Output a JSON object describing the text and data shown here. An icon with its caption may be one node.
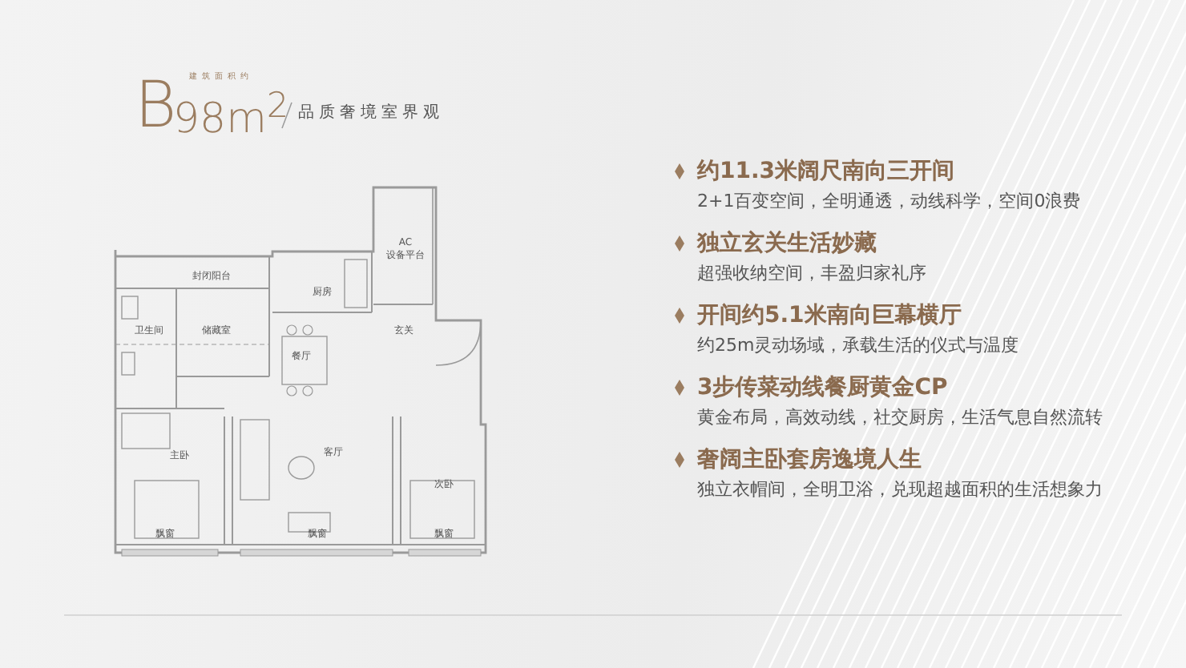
{
  "diagram": {
    "labels": [
      "建筑面积约",
      "B",
      "98m$^{2}$",
      "品质奢境室界观",
      "封闭阳台",
      "卫生间",
      "储藏室",
      "厨房",
      "AC",
      "设备平台",
      "玄关",
      "餐厅",
      "主卧",
      "客厅",
      "次卧",
      "飘窗",
      "飘窗",
      "飘窗",
      "约11.3米阔尺南向三开间",
      "2+1百变空间，全明通透，动线科学，空间0浪费",
      "独立玄关生活妙藏",
      "超强收纳空间，丰盈归家礼序",
      "开间约5.1米南向巨幕横厅",
      "约25m灵动场域，承载生活的仪式与温度",
      "3步传菜动线餐厨黄金CP",
      "黄金布局，高效动线，社交厨房，生活气息自然流转",
      "奢阔主卧套房逸境人生",
      "独立衣帽间，全明卫浴，兑现超越面积的生活想象力"
    ]
  }
}
